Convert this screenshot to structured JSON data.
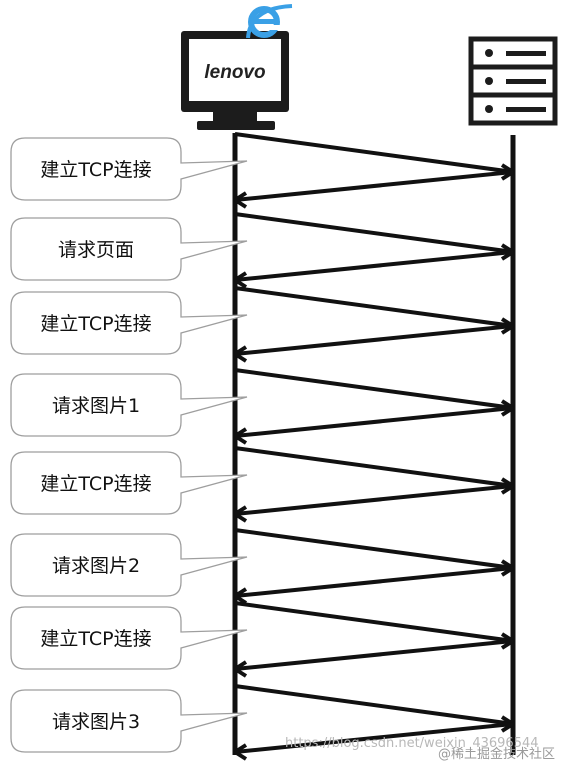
{
  "client": {
    "brand": "lenovo",
    "icon": "computer-monitor-icon",
    "browser_icon": "internet-explorer-icon"
  },
  "server": {
    "icon": "server-rack-icon"
  },
  "colors": {
    "line": "#111111",
    "callout_border": "#9e9e9e",
    "callout_fill": "#ffffff",
    "browser_icon": "#3aa0e6"
  },
  "steps": [
    {
      "label": "建立TCP连接"
    },
    {
      "label": "请求页面"
    },
    {
      "label": "建立TCP连接"
    },
    {
      "label": "请求图片1"
    },
    {
      "label": "建立TCP连接"
    },
    {
      "label": "请求图片2"
    },
    {
      "label": "建立TCP连接"
    },
    {
      "label": "请求图片3"
    }
  ],
  "watermark": {
    "url": "https://blog.csdn.net/weixin_43696544",
    "source": "@稀土掘金技术社区"
  }
}
